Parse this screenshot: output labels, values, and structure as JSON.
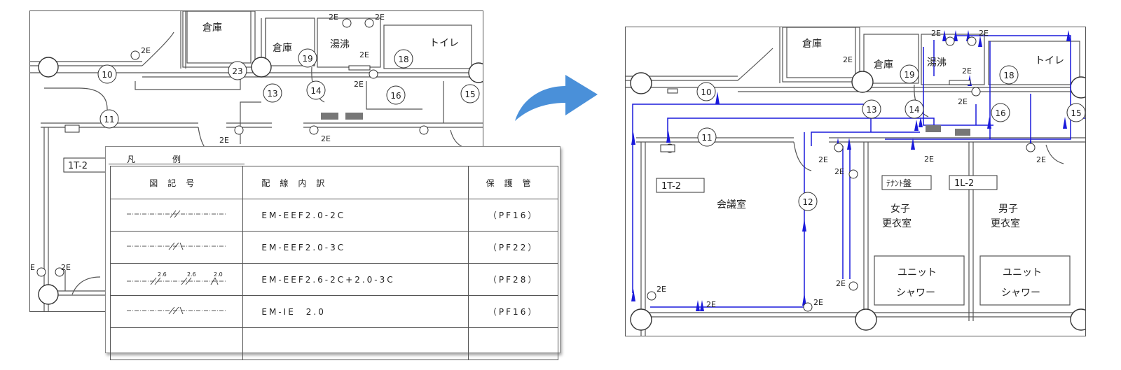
{
  "left_plan": {
    "rooms": {
      "storage_a": "倉庫",
      "storage_b": "倉庫",
      "kitchen": "湯沸",
      "toilet": "トイレ"
    },
    "circuits": [
      "10",
      "11",
      "23",
      "13",
      "14",
      "19",
      "18",
      "16",
      "15"
    ],
    "wire_labels": [
      "2E",
      "2E",
      "2E",
      "2E",
      "2E",
      "2E",
      "2E",
      "2E",
      "E"
    ],
    "panel_label": "1T-2"
  },
  "legend": {
    "title": "凡　　　　例",
    "headers": [
      "図記号",
      "配線内訳",
      "保護管"
    ],
    "rows": [
      {
        "wiring": "EM-EEF2.0-2C",
        "conduit": "（PF16）",
        "symbol_labels": []
      },
      {
        "wiring": "EM-EEF2.0-3C",
        "conduit": "（PF22）",
        "symbol_labels": []
      },
      {
        "wiring": "EM-EEF2.6-2C+2.0-3C",
        "conduit": "（PF28）",
        "symbol_labels": [
          "2.6",
          "2.6",
          "2.0"
        ]
      },
      {
        "wiring": "EM-IE　2.0",
        "conduit": "（PF16）",
        "symbol_labels": []
      }
    ]
  },
  "arrow": {
    "color": "#4a90d9",
    "icon": "curved-arrow-icon"
  },
  "right_plan": {
    "rooms": {
      "storage_a": "倉庫",
      "storage_b": "倉庫",
      "kitchen": "湯沸",
      "toilet": "トイレ",
      "meeting": "会議室",
      "women_1": "女子",
      "women_2": "更衣室",
      "men_1": "男子",
      "men_2": "更衣室",
      "shower_a_1": "ユニット",
      "shower_a_2": "シャワー",
      "shower_b_1": "ユニット",
      "shower_b_2": "シャワー"
    },
    "tenant_panel": "ﾃﾅﾝﾄ盤",
    "panel_a": "1T-2",
    "panel_b": "1L-2",
    "circuits": [
      "10",
      "11",
      "12",
      "13",
      "14",
      "19",
      "18",
      "16",
      "15"
    ],
    "wire_labels": [
      "2E",
      "2E",
      "2E",
      "2E",
      "2E",
      "2E",
      "2E",
      "2E",
      "2E",
      "2E",
      "2E",
      "2E",
      "2E"
    ],
    "wire_color": "#1a1adb"
  }
}
